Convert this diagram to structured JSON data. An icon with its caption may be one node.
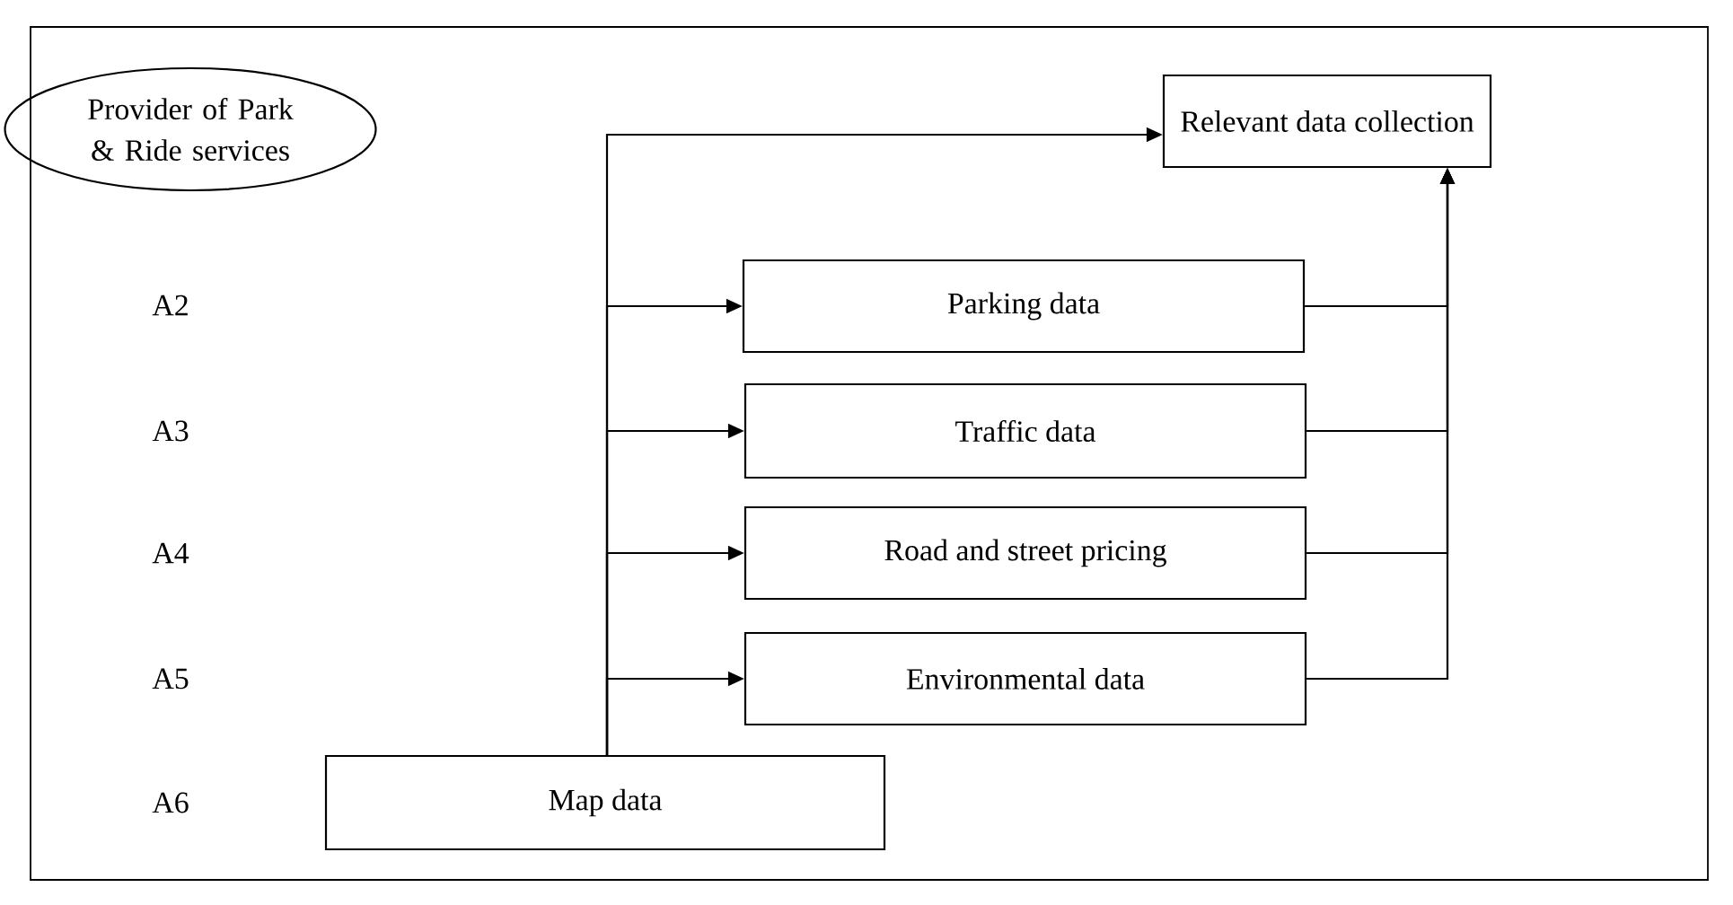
{
  "diagram": {
    "nodes": [
      {
        "text": [
          "Provider of Park & Ride services"
        ]
      },
      {
        "text": [
          "Relevant data collection"
        ]
      },
      {
        "text": [
          "Parking data"
        ]
      },
      {
        "text": [
          "Traffic data"
        ]
      },
      {
        "text": [
          "Road and street pricing"
        ]
      },
      {
        "text": [
          "Environmental data"
        ]
      },
      {
        "text": [
          "Map data"
        ]
      }
    ],
    "edges": [
      {
        "from": 6,
        "to": 1,
        "arrow": "to"
      },
      {
        "from": 6,
        "to": 2,
        "arrow": "to"
      },
      {
        "from": 6,
        "to": 3,
        "arrow": "to"
      },
      {
        "from": 6,
        "to": 4,
        "arrow": "to"
      },
      {
        "from": 6,
        "to": 5,
        "arrow": "to"
      },
      {
        "from": 2,
        "to": 1,
        "arrow": "to"
      },
      {
        "from": 3,
        "to": 1,
        "arrow": "to"
      },
      {
        "from": 4,
        "to": 1,
        "arrow": "to"
      },
      {
        "from": 5,
        "to": 1,
        "arrow": "to"
      }
    ],
    "labels": [
      "A2",
      "A3",
      "A4",
      "A5",
      "A6"
    ]
  }
}
